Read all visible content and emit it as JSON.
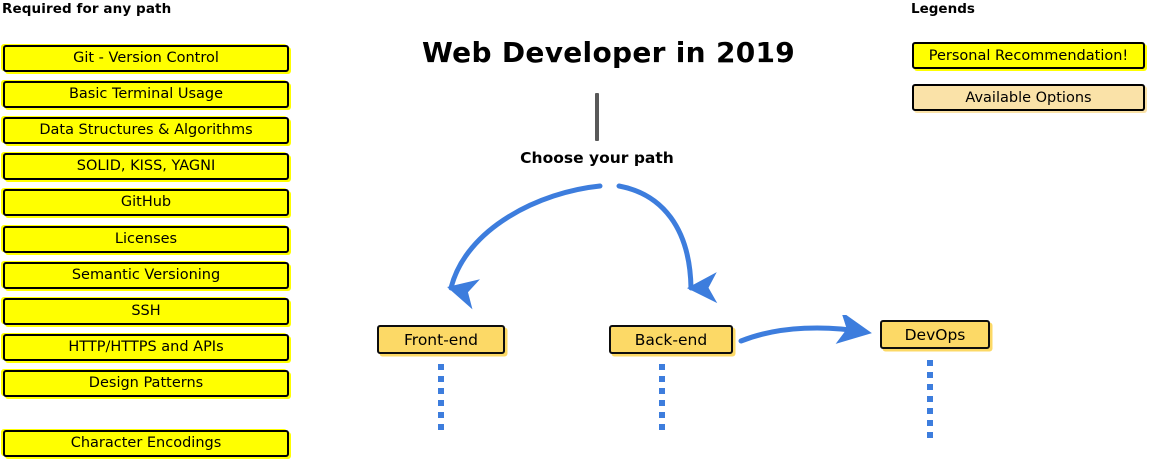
{
  "diagram": {
    "title": "Web Developer in 2019",
    "split_label": "Choose your path"
  },
  "required": {
    "heading": "Required for any path",
    "items": [
      {
        "label": "Git - Version Control"
      },
      {
        "label": "Basic Terminal Usage"
      },
      {
        "label": "Data Structures & Algorithms"
      },
      {
        "label": "SOLID, KISS, YAGNI"
      },
      {
        "label": "GitHub"
      },
      {
        "label": "Licenses"
      },
      {
        "label": "Semantic Versioning"
      },
      {
        "label": "SSH"
      },
      {
        "label": "HTTP/HTTPS and APIs"
      },
      {
        "label": "Design Patterns"
      },
      {
        "label": "Character Encodings"
      }
    ]
  },
  "paths": {
    "front_end": "Front-end",
    "back_end": "Back-end",
    "devops": "DevOps"
  },
  "legends": {
    "heading": "Legends",
    "recommended": "Personal Recommendation!",
    "options": "Available Options"
  },
  "colors": {
    "recommended_fill": "#FFFF00",
    "options_fill": "#FAE2A8",
    "path_fill": "#FCD966",
    "arrow_blue": "#3D7DDD",
    "stem_gray": "#595959",
    "outline": "#000000"
  }
}
